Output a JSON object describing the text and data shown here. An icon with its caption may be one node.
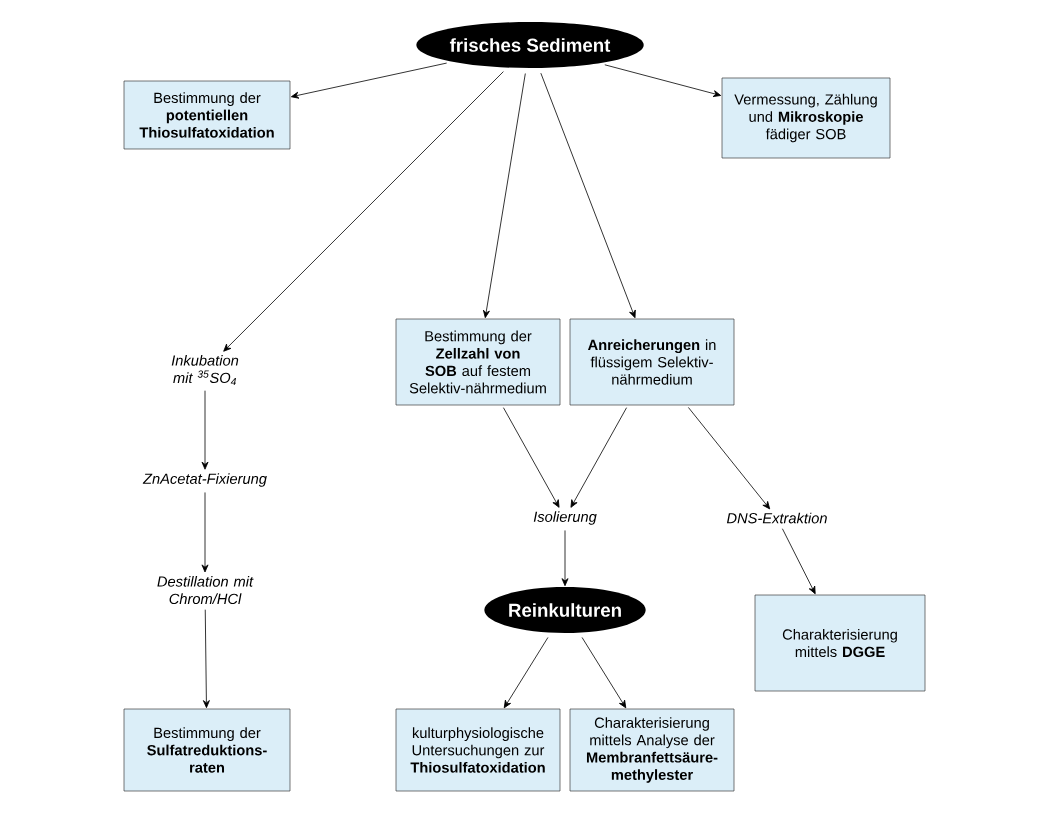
{
  "diagram": {
    "nodes": [
      {
        "text": [
          "frisches Sediment"
        ]
      },
      {
        "text": [
          "Bestimmung der **potentiellen Thiosulfatoxidation**"
        ]
      },
      {
        "text": [
          "Vermessung, Zählung und **Mikroskopie** fädiger SOB"
        ]
      },
      {
        "text": [
          "Inkubation mit $^{35}$SO$_{4}$"
        ]
      },
      {
        "text": [
          "Bestimmung der **Zellzahl von SOB** auf festem Selektiv-nährmedium"
        ]
      },
      {
        "text": [
          "**Anreicherungen** in flüssigem Selektiv-nährmedium"
        ]
      },
      {
        "text": [
          "ZnAcetat-Fixierung"
        ]
      },
      {
        "text": [
          "Isolierung"
        ]
      },
      {
        "text": [
          "DNS-Extraktion"
        ]
      },
      {
        "text": [
          "Destillation mit Chrom/HCl"
        ]
      },
      {
        "text": [
          "Reinkulturen"
        ]
      },
      {
        "text": [
          "Charakterisierung mittels **DGGE**"
        ]
      },
      {
        "text": [
          "Bestimmung der **Sulfatreduktions-raten**"
        ]
      },
      {
        "text": [
          "kulturphysiologische Untersuchungen zur **Thiosulfatoxidation**"
        ]
      },
      {
        "text": [
          "Charakterisierung mittels Analyse der **Membranfettsäure-methylester**"
        ]
      }
    ],
    "edges": [
      {
        "from": 0,
        "to": 1,
        "arrow": "to"
      },
      {
        "from": 0,
        "to": 3,
        "arrow": "to"
      },
      {
        "from": 0,
        "to": 4,
        "arrow": "to"
      },
      {
        "from": 0,
        "to": 5,
        "arrow": "to"
      },
      {
        "from": 0,
        "to": 2,
        "arrow": "to"
      },
      {
        "from": 3,
        "to": 6,
        "arrow": "to"
      },
      {
        "from": 6,
        "to": 9,
        "arrow": "to"
      },
      {
        "from": 9,
        "to": 12,
        "arrow": "to"
      },
      {
        "from": 4,
        "to": 7,
        "arrow": "to"
      },
      {
        "from": 5,
        "to": 7,
        "arrow": "to"
      },
      {
        "from": 5,
        "to": 8,
        "arrow": "to"
      },
      {
        "from": 7,
        "to": 10,
        "arrow": "to"
      },
      {
        "from": 8,
        "to": 11,
        "arrow": "to"
      },
      {
        "from": 10,
        "to": 13,
        "arrow": "to"
      },
      {
        "from": 10,
        "to": 14,
        "arrow": "to"
      }
    ]
  }
}
